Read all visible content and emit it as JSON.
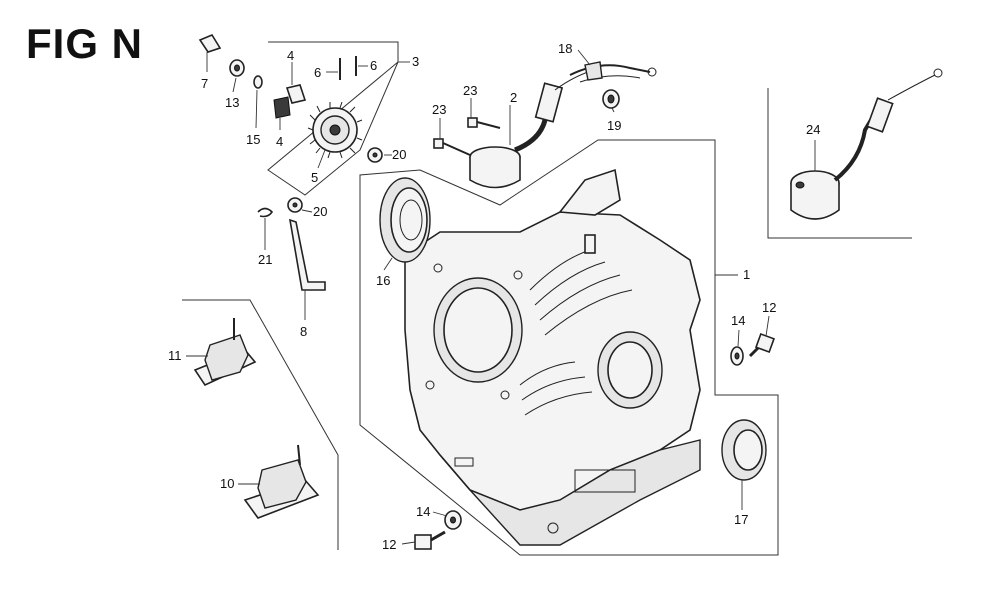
{
  "figure": {
    "title": "FIG N"
  },
  "callouts": [
    {
      "id": "c1",
      "text": "1"
    },
    {
      "id": "c2",
      "text": "2"
    },
    {
      "id": "c3",
      "text": "3"
    },
    {
      "id": "c4a",
      "text": "4"
    },
    {
      "id": "c4b",
      "text": "4"
    },
    {
      "id": "c5",
      "text": "5"
    },
    {
      "id": "c6a",
      "text": "6"
    },
    {
      "id": "c6b",
      "text": "6"
    },
    {
      "id": "c7",
      "text": "7"
    },
    {
      "id": "c8",
      "text": "8"
    },
    {
      "id": "c10",
      "text": "10"
    },
    {
      "id": "c11",
      "text": "11"
    },
    {
      "id": "c12a",
      "text": "12"
    },
    {
      "id": "c12b",
      "text": "12"
    },
    {
      "id": "c13",
      "text": "13"
    },
    {
      "id": "c14a",
      "text": "14"
    },
    {
      "id": "c14b",
      "text": "14"
    },
    {
      "id": "c15",
      "text": "15"
    },
    {
      "id": "c16",
      "text": "16"
    },
    {
      "id": "c17",
      "text": "17"
    },
    {
      "id": "c18",
      "text": "18"
    },
    {
      "id": "c19",
      "text": "19"
    },
    {
      "id": "c20a",
      "text": "20"
    },
    {
      "id": "c20b",
      "text": "20"
    },
    {
      "id": "c21",
      "text": "21"
    },
    {
      "id": "c23a",
      "text": "23"
    },
    {
      "id": "c23b",
      "text": "23"
    },
    {
      "id": "c24",
      "text": "24"
    }
  ]
}
